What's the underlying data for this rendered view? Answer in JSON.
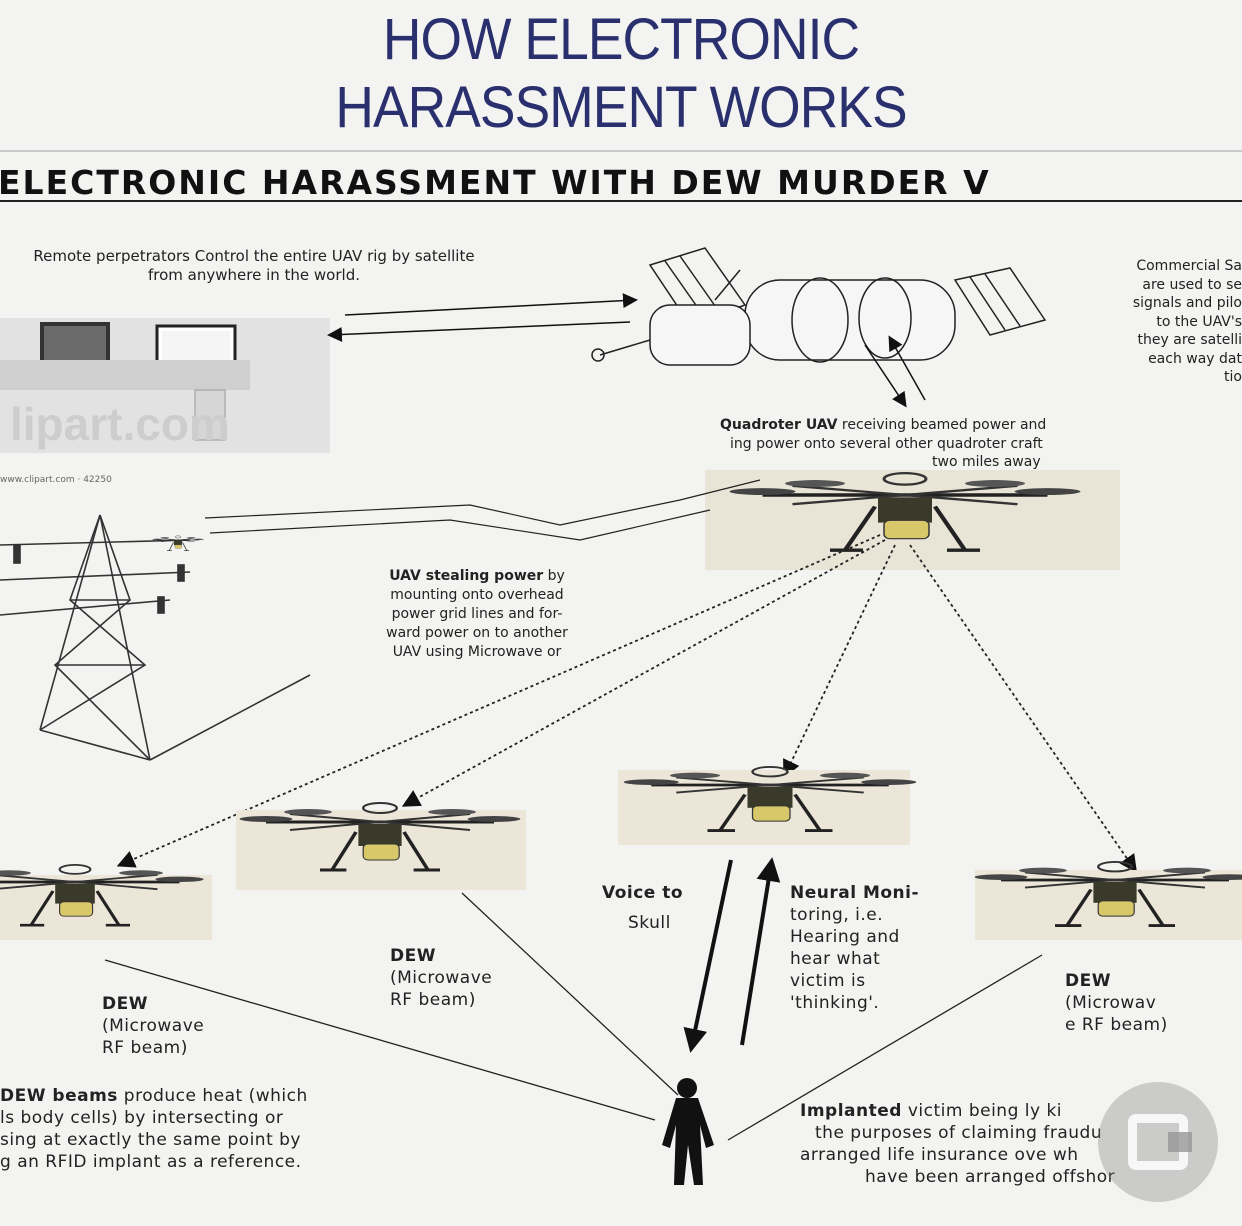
{
  "header": {
    "title_line1": "HOW ELECTRONIC",
    "title_line2": "HARASSMENT WORKS",
    "subtitle": "ELECTRONIC HARASSMENT WITH DEW MURDER V"
  },
  "labels": {
    "remote_perpetrators": "Remote perpetrators Control the entire UAV rig by satellite from anywhere in the world.",
    "clipart_credit": "www.clipart.com · 42250",
    "commercial_sat": [
      "Commercial Sa",
      "are used to se",
      "signals and pilo",
      "to the UAV's",
      "they are satelli",
      "each way dat",
      "tio"
    ],
    "quadroter_bold": "Quadroter UAV",
    "quadroter_rest1": " receiving beamed power and",
    "quadroter_rest2": "ing power onto several other quadroter craft",
    "quadroter_rest3": "two miles away",
    "stealing_bold": "UAV stealing power",
    "stealing_rest1": " by",
    "stealing_rest2": "mounting onto overhead",
    "stealing_rest3": "power grid lines and for-",
    "stealing_rest4": "ward power on to another",
    "stealing_rest5": "UAV using Microwave or",
    "voice_to": "Voice to",
    "skull": "Skull",
    "neural": [
      "Neural Moni-",
      "toring, i.e.",
      "Hearing and",
      "hear what",
      "victim is",
      "'thinking'."
    ],
    "dew_left": [
      "DEW",
      "(Microwave",
      "RF beam)"
    ],
    "dew_mid": [
      "DEW",
      "(Microwave",
      "RF beam)"
    ],
    "dew_right": [
      "DEW",
      "(Microwav",
      "e RF beam)"
    ],
    "dew_beams_bold": "DEW beams",
    "dew_beams_rest": [
      " produce heat (which",
      "ls body cells) by intersecting or",
      "sing at exactly the same point by",
      "g  an RFID implant as a reference."
    ],
    "implanted_bold": "Implanted",
    "implanted_rest": [
      " victim being    ly ki",
      "the purposes of claiming fraudu",
      "arranged life insurance    ove  wh",
      "have been arranged offshor"
    ]
  },
  "icons": [
    "satellite-icon",
    "computer-workstation-icon",
    "power-tower-icon",
    "quadcopter-drone-icon",
    "human-figure-icon",
    "watermark-icon"
  ]
}
